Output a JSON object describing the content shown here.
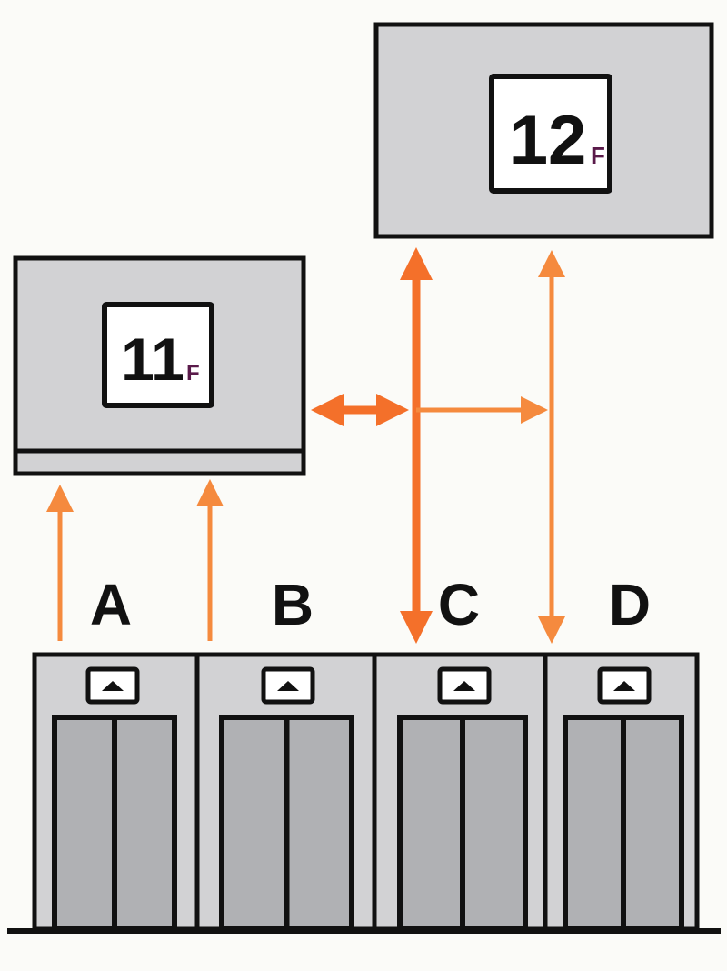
{
  "floors": {
    "upper": {
      "number": "12",
      "suffix": "F"
    },
    "lower": {
      "number": "11",
      "suffix": "F"
    }
  },
  "elevators": [
    {
      "label": "A",
      "direction": "up"
    },
    {
      "label": "B",
      "direction": "up"
    },
    {
      "label": "C",
      "direction": "up"
    },
    {
      "label": "D",
      "direction": "up"
    }
  ],
  "colors": {
    "arrow": "#f4702a",
    "arrow_light": "#f58a3e",
    "panel": "#d2d2d4",
    "door": "#b0b1b4",
    "suffix": "#5a1a4a"
  }
}
